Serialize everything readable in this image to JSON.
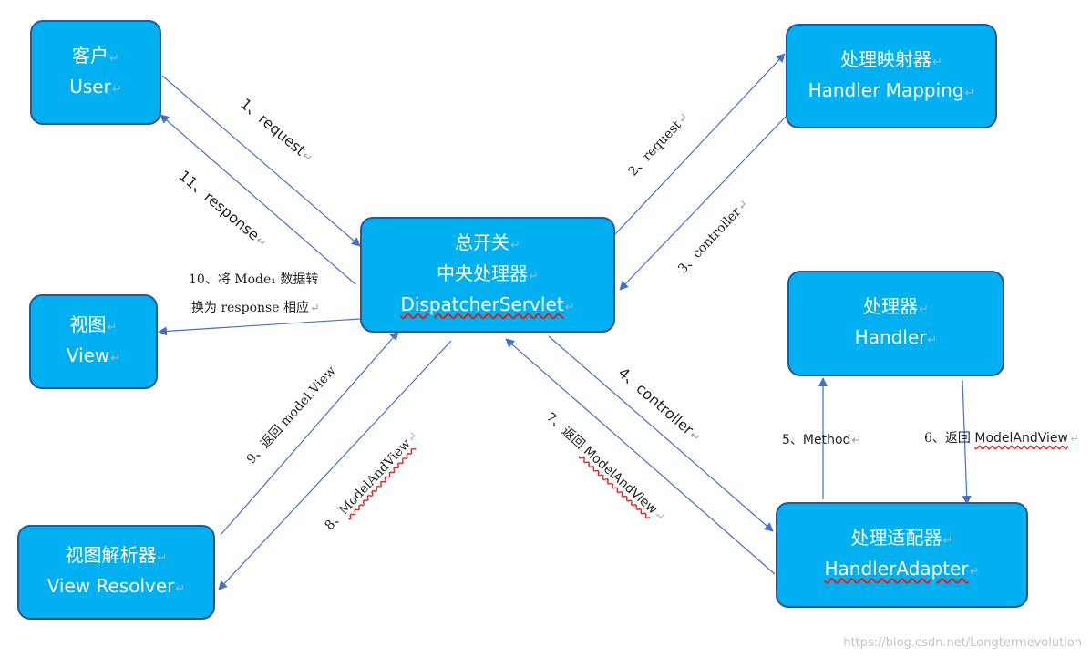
{
  "nodes": {
    "user": {
      "line1": "客户",
      "line2": "User"
    },
    "handler_mapping": {
      "line1": "处理映射器",
      "line2": "Handler Mapping"
    },
    "dispatcher": {
      "line1": "总开关",
      "line2": "中央处理器",
      "line3": "DispatcherServlet"
    },
    "view": {
      "line1": "视图",
      "line2": "View"
    },
    "handler": {
      "line1": "处理器",
      "line2": "Handler"
    },
    "view_resolver": {
      "line1": "视图解析器",
      "line2": "View Resolver"
    },
    "handler_adapter": {
      "line1": "处理适配器",
      "line2": "HandlerAdapter"
    }
  },
  "edges": {
    "e1": "1、request",
    "e11": "11、response",
    "e10_line1": "10、将 Mode₁ 数据转",
    "e10_line2": "换为 response 相应",
    "e2": "2、request",
    "e3": "3、controller",
    "e4": "4、controller",
    "e5": "5、Method",
    "e6_prefix": "6、返回 ",
    "e6_word": "ModelAndView",
    "e7_prefix": "7、返回 ",
    "e7_word": "ModelAndView",
    "e8_prefix": "8、",
    "e8_word": "ModelAndView",
    "e9": "9、返回 model.View"
  },
  "watermark": "https://blog.csdn.net/Longtermevolution",
  "colors": {
    "node_fill": "#00b0f0",
    "node_border": "#2f5597",
    "arrow": "#4472c4",
    "squiggle": "#e02020"
  }
}
